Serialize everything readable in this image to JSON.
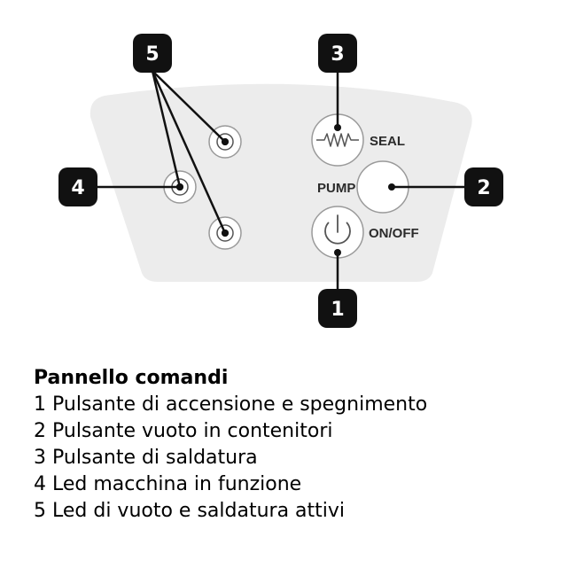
{
  "panel": {
    "seal_label": "SEAL",
    "pump_label": "PUMP",
    "onoff_label": "ON/OFF"
  },
  "callouts": [
    {
      "number": "1"
    },
    {
      "number": "2"
    },
    {
      "number": "3"
    },
    {
      "number": "4"
    },
    {
      "number": "5"
    }
  ],
  "legend": {
    "title": "Pannello comandi",
    "items": [
      "1 Pulsante di accensione e spegnimento",
      "2 Pulsante vuoto in contenitori",
      "3 Pulsante di saldatura",
      "4 Led macchina in funzione",
      "5 Led di vuoto e saldatura attivi"
    ]
  },
  "colors": {
    "panel_fill": "#ececec",
    "badge_fill": "#111111",
    "ring_stroke": "#9a9a9a"
  }
}
